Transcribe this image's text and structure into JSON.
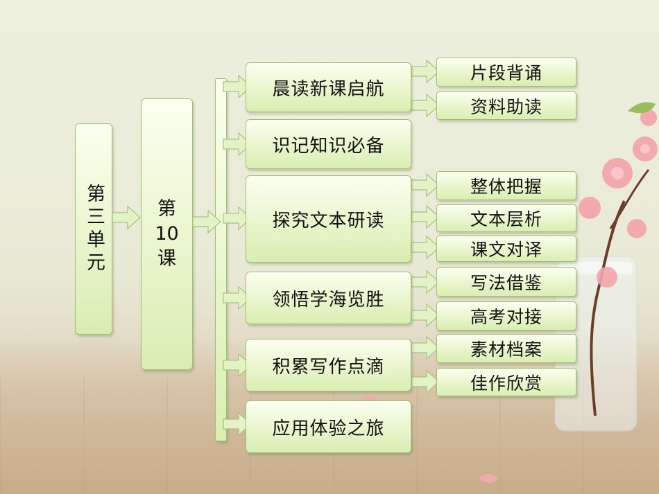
{
  "unit": {
    "label": "第三单元"
  },
  "lesson": {
    "label": "第\n10\n课"
  },
  "sections": [
    {
      "label": "晨读新课启航",
      "subs": [
        "片段背诵",
        "资料助读"
      ]
    },
    {
      "label": "识记知识必备",
      "subs": []
    },
    {
      "label": "探究文本研读",
      "subs": [
        "整体把握",
        "文本层析",
        "课文对译"
      ]
    },
    {
      "label": "领悟学海览胜",
      "subs": [
        "写法借鉴",
        "高考对接"
      ]
    },
    {
      "label": "积累写作点滴",
      "subs": [
        "素材档案",
        "佳作欣赏"
      ]
    },
    {
      "label": "应用体验之旅",
      "subs": []
    }
  ],
  "colors": {
    "box_border": "#9fbf6f",
    "box_fill": "#d9eeb2",
    "arrow_fill": "#e4f3c7"
  }
}
